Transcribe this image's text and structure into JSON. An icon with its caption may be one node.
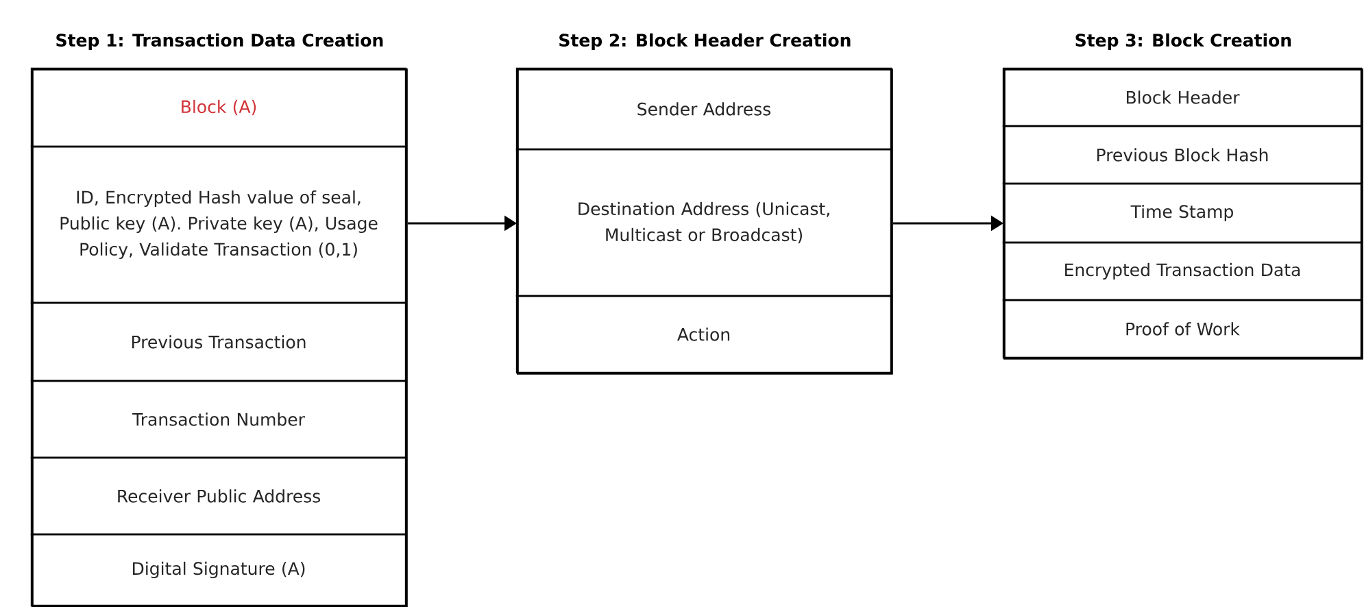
{
  "diagram": {
    "nodes": [
      {
        "text": [
          "Step 1: Transaction Data Creation"
        ]
      },
      {
        "text": [
          "Block (A)"
        ],
        "in": 0
      },
      {
        "text": [
          "ID, Encrypted Hash value of seal, Public key (A). Private key (A), Usage Policy, Validate Transaction (0,1)"
        ],
        "in": 0
      },
      {
        "text": [
          "Previous Transaction"
        ],
        "in": 0
      },
      {
        "text": [
          "Transaction Number"
        ],
        "in": 0
      },
      {
        "text": [
          "Receiver Public Address"
        ],
        "in": 0
      },
      {
        "text": [
          "Digital Signature (A)"
        ],
        "in": 0
      },
      {
        "text": [
          "Step 2: Block Header Creation"
        ]
      },
      {
        "text": [
          "Sender Address"
        ],
        "in": 7
      },
      {
        "text": [
          "Destination Address (Unicast, Multicast or Broadcast)"
        ],
        "in": 7
      },
      {
        "text": [
          "Action"
        ],
        "in": 7
      },
      {
        "text": [
          "Step 3: Block Creation"
        ]
      },
      {
        "text": [
          "Block Header"
        ],
        "in": 11
      },
      {
        "text": [
          "Previous Block Hash"
        ],
        "in": 11
      },
      {
        "text": [
          "Time Stamp"
        ],
        "in": 11
      },
      {
        "text": [
          "Encrypted Transaction Data"
        ],
        "in": 11
      },
      {
        "text": [
          "Proof of Work"
        ],
        "in": 11
      }
    ],
    "edges": [
      {
        "from": 0,
        "to": 7,
        "arrow": "to"
      },
      {
        "from": 7,
        "to": 11,
        "arrow": "to"
      }
    ]
  }
}
